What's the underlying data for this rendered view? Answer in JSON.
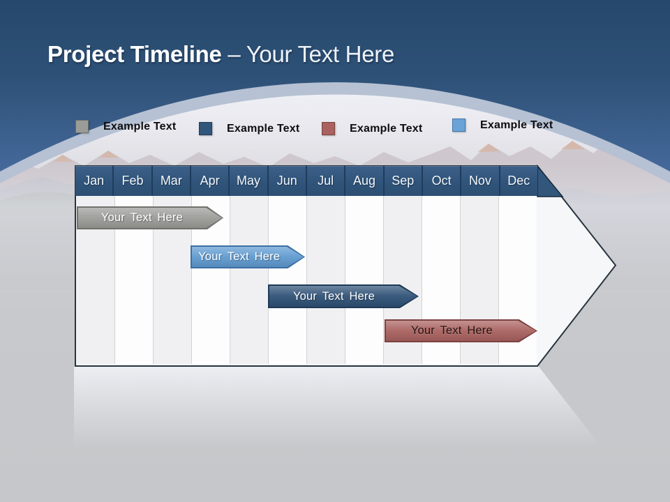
{
  "title": {
    "main": "Project Timeline",
    "rest": "– Your Text Here"
  },
  "legend": {
    "items": [
      {
        "label": "Example Text",
        "color": "#9b9b97",
        "border": "#6e6e6a"
      },
      {
        "label": "Example Text",
        "color": "#31567c",
        "border": "#1f3a57"
      },
      {
        "label": "Example Text",
        "color": "#a9625f",
        "border": "#7c4240"
      },
      {
        "label": "Example Text",
        "color": "#6aa3d8",
        "border": "#3f74a6"
      }
    ]
  },
  "timeline": {
    "months": [
      "Jan",
      "Feb",
      "Mar",
      "Apr",
      "May",
      "Jun",
      "Jul",
      "Aug",
      "Sep",
      "Oct",
      "Nov",
      "Dec"
    ],
    "bars": [
      {
        "label": "Your Text Here",
        "fill": "#9b9b97",
        "border": "#70706c",
        "text_color": "#ffffff",
        "start_month": "Jan",
        "end_month": "Apr"
      },
      {
        "label": "Your Text Here",
        "fill": "#5f9ad0",
        "border": "#3d6fa4",
        "text_color": "#ffffff",
        "start_month": "Apr",
        "end_month": "Jun"
      },
      {
        "label": "Your Text Here",
        "fill": "#2f5176",
        "border": "#1e3a57",
        "text_color": "#ffffff",
        "start_month": "Jun",
        "end_month": "Sep"
      },
      {
        "label": "Your Text Here",
        "fill": "#a9625f",
        "border": "#7c4240",
        "text_color": "#241210",
        "start_month": "Sep",
        "end_month": "Dec"
      }
    ]
  },
  "chart_data": {
    "type": "bar",
    "subtype": "gantt-timeline",
    "title": "Project Timeline – Your Text Here",
    "x_categories": [
      "Jan",
      "Feb",
      "Mar",
      "Apr",
      "May",
      "Jun",
      "Jul",
      "Aug",
      "Sep",
      "Oct",
      "Nov",
      "Dec"
    ],
    "legend_position": "top",
    "series": [
      {
        "name": "Your Text Here",
        "color": "#9b9b97",
        "start": "Jan",
        "end": "mid Apr",
        "row": 1
      },
      {
        "name": "Your Text Here",
        "color": "#5f9ad0",
        "start": "Apr",
        "end": "end Jun",
        "row": 2
      },
      {
        "name": "Your Text Here",
        "color": "#2f5176",
        "start": "Jun",
        "end": "end Sep",
        "row": 3
      },
      {
        "name": "Your Text Here",
        "color": "#a9625f",
        "start": "Sep",
        "end": "end Dec",
        "row": 4
      }
    ]
  }
}
